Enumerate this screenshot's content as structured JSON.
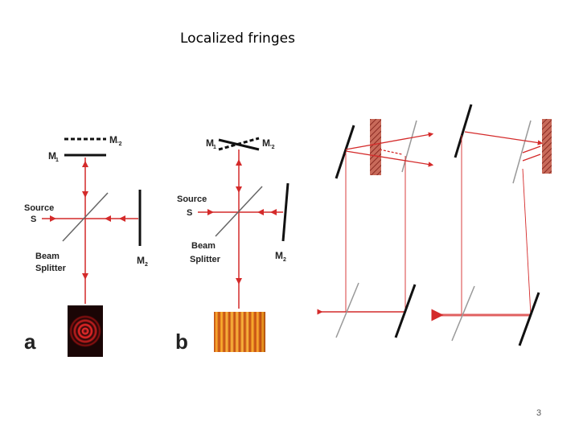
{
  "slide": {
    "title": "Localized fringes",
    "page_number": "3"
  },
  "panel_a": {
    "mirror1": "M",
    "mirror1_sub": "1",
    "mirror2_image": "M",
    "mirror2_image_sub": "'2",
    "source": "Source",
    "source_s": "S",
    "beam": "Beam",
    "splitter": "Splitter",
    "mirror2": "M",
    "mirror2_sub": "2",
    "panel_letter": "a"
  },
  "panel_b": {
    "mirror1": "M",
    "mirror1_sub": "1",
    "mirror2_image": "M",
    "mirror2_image_sub": "'2",
    "source": "Source",
    "source_s": "S",
    "beam": "Beam",
    "splitter": "Splitter",
    "mirror2": "M",
    "mirror2_sub": "2",
    "panel_letter": "b"
  },
  "colors": {
    "beam": "#d42a2a",
    "mirror": "#111111",
    "hatch": "#b04040",
    "ring_bg": "#1a0a0a",
    "fringe_warm": "#f2a020"
  }
}
